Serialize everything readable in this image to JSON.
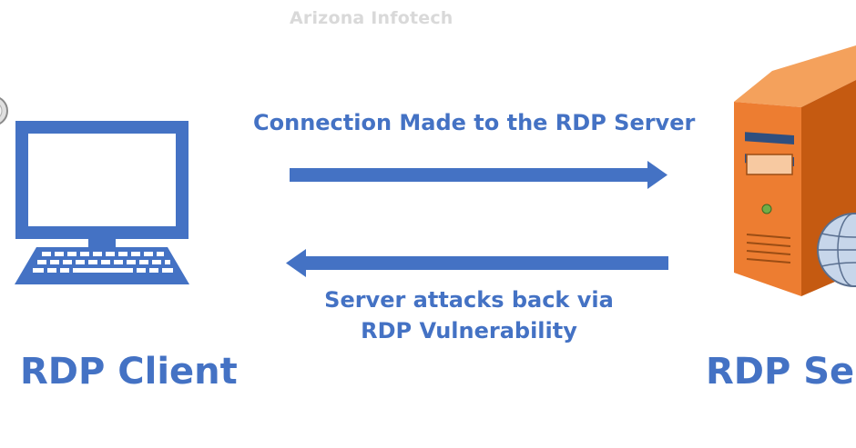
{
  "watermark": "Arizona Infotech",
  "connection_label": "Connection Made to the RDP Server",
  "attack_label": {
    "line1": "Server attacks back via",
    "line2": "RDP Vulnerability"
  },
  "client_label": "RDP Client",
  "server_label": "RDP Serv",
  "icons": {
    "client": "laptop-icon",
    "server": "server-tower-icon",
    "globe": "globe-icon"
  },
  "colors": {
    "accent": "#4472c4",
    "server": "#ed7d31",
    "watermark": "#d9d9d9"
  }
}
